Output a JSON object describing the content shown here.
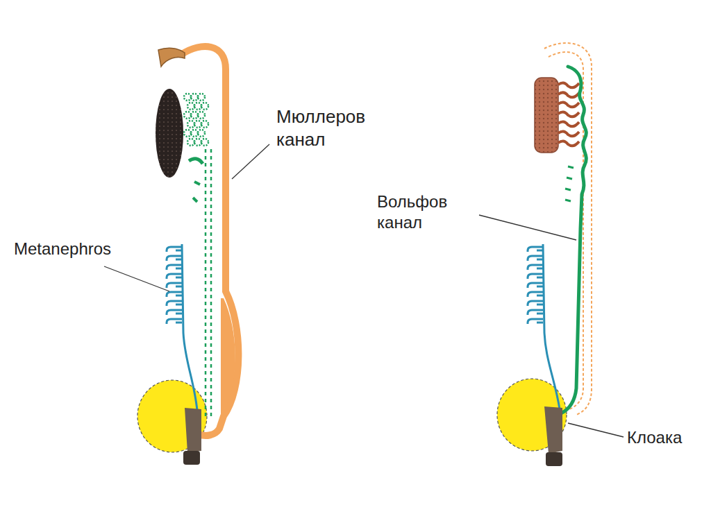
{
  "diagram": {
    "labels": [
      "Мюллеров канал",
      "Metanephros",
      "Вольфов канал",
      "Клоака"
    ]
  }
}
